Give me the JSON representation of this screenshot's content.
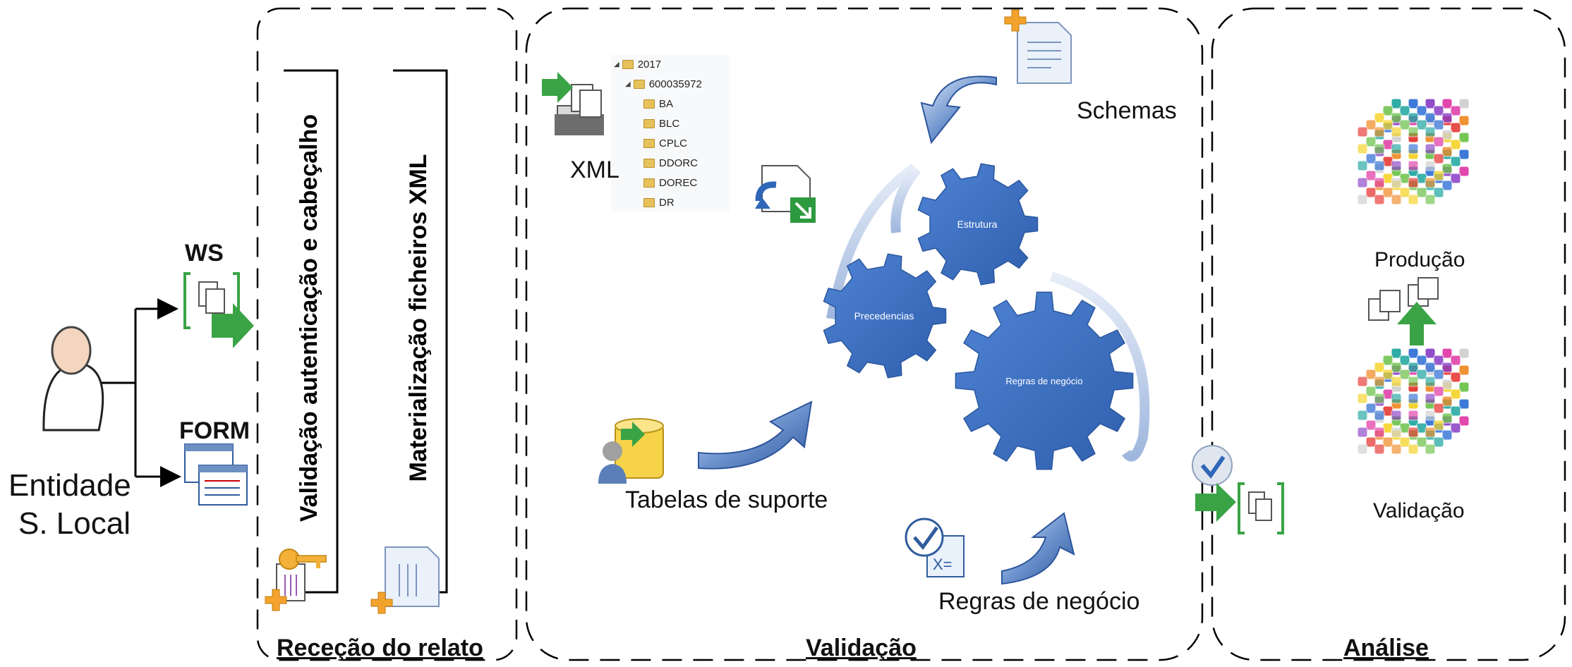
{
  "actor": {
    "line1": "Entidade",
    "line2": "S. Local"
  },
  "channels": {
    "ws": "WS",
    "form": "FORM"
  },
  "rececao": {
    "section_title": "Receção do relato",
    "step1": "Validação autenticação e cabeçalho",
    "step2": "Materialização ficheiros XML"
  },
  "validacao": {
    "section_title": "Validação",
    "xml_label": "XML",
    "schemas_label": "Schemas",
    "tabelas_label": "Tabelas de suporte",
    "regras_label": "Regras de negócio",
    "gears": {
      "estrutura": "Estrutura",
      "precedencias": "Precedencias",
      "regras": "Regras de negócio"
    },
    "folder_tree": {
      "root": "2017",
      "child": "600035972",
      "folders": [
        "BA",
        "BLC",
        "CPLC",
        "DDORC",
        "DOREC",
        "DR"
      ]
    }
  },
  "analise": {
    "section_title": "Análise",
    "producao_label": "Produção",
    "validacao_label": "Validação"
  },
  "colors": {
    "gear": "#3b6fc2",
    "arrow": "#3a66ad",
    "green": "#3aa346"
  }
}
